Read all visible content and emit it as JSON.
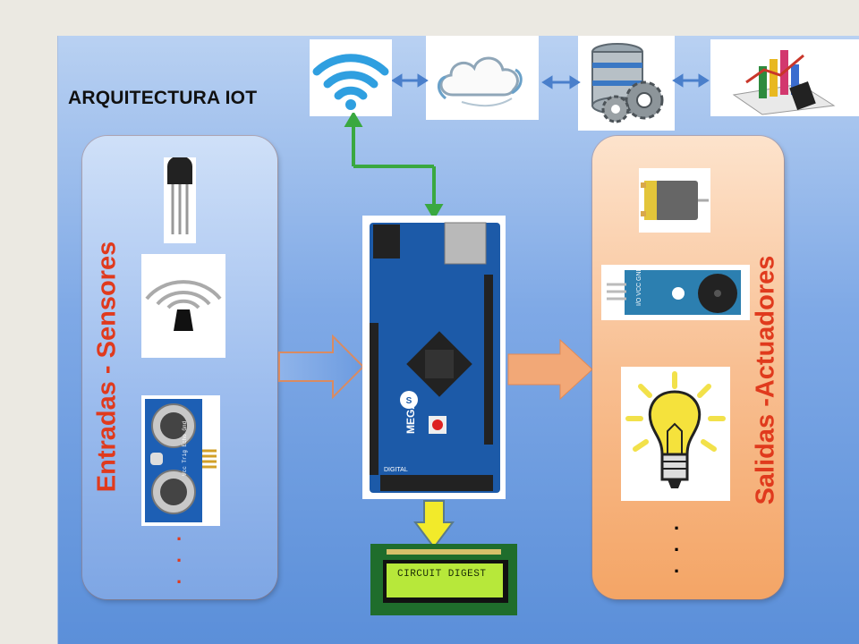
{
  "title": "ARQUITECTURA IOT",
  "left_panel": {
    "label": "Entradas - Sensores",
    "ellipsis": [
      ".",
      ".",
      "."
    ]
  },
  "right_panel": {
    "label": "Salidas -Actuadores",
    "ellipsis": [
      ".",
      ".",
      "."
    ]
  },
  "board": {
    "name": "MEGA",
    "footer": "DIGITAL"
  },
  "lcd": {
    "text": "CIRCUIT DIGEST"
  },
  "sensor_module": {
    "pins": "Vcc Trig Echo Gnd"
  },
  "buzzer_module": {
    "pins": "I/O VCC GND"
  },
  "colors": {
    "label_red": "#e03a1d",
    "connector_green": "#3aa840",
    "arrow_blue": "#4a7fcb",
    "arrow_yellow": "#f2ea2a"
  },
  "icons": {
    "cloud_chain": [
      "wifi-icon",
      "cloud-icon",
      "database-gear-icon",
      "analytics-chart-icon"
    ],
    "sensors": [
      "temperature-sensor-icon",
      "proximity-sensor-icon",
      "ultrasonic-sensor-icon"
    ],
    "actuators": [
      "dc-motor-icon",
      "buzzer-icon",
      "light-bulb-icon"
    ]
  }
}
